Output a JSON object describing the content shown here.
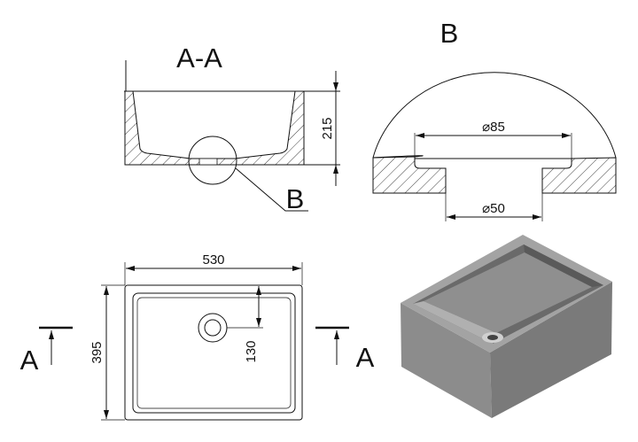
{
  "section_view": {
    "title": "A-A",
    "height_dim": "215",
    "detail_label": "B"
  },
  "detail_view": {
    "title": "B",
    "outer_diameter": "⌀85",
    "drain_diameter": "⌀50"
  },
  "plan_view": {
    "width_dim": "530",
    "depth_dim": "395",
    "drain_offset_dim": "130",
    "section_mark_left": "A",
    "section_mark_right": "A"
  },
  "colors": {
    "line": "#111111",
    "sink_top": "#9a9a9a",
    "sink_front": "#8a8a8a",
    "sink_side": "#7a7a7a",
    "sink_inner": "#606060"
  }
}
